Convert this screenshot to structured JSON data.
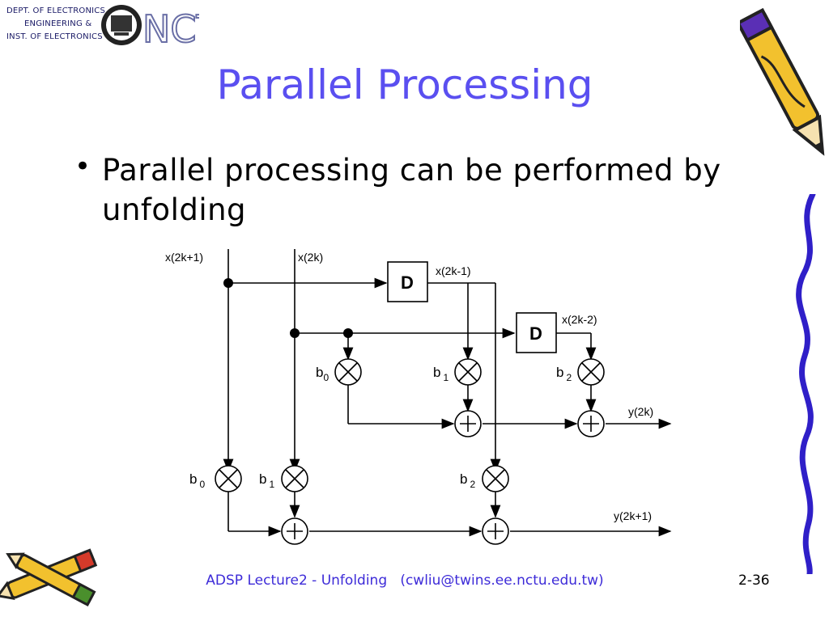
{
  "logo": {
    "lines": [
      "DEPT. OF ELECTRONICS",
      "ENGINEERING &",
      "INST. OF ELECTRONICS"
    ],
    "wordmark": "NCTU"
  },
  "slide": {
    "title": "Parallel Processing",
    "bullet": "Parallel processing can be performed by unfolding"
  },
  "diagram": {
    "inputs": {
      "x_odd": "x(2k+1)",
      "x_even": "x(2k)"
    },
    "delays": {
      "d1": "D",
      "d2": "D"
    },
    "delayed": {
      "x1": "x(2k-1)",
      "x2": "x(2k-2)"
    },
    "coeffs": {
      "b0": "b",
      "b0_sub": "0",
      "b1": "b",
      "b1_sub": "1",
      "b2": "b",
      "b2_sub": "2"
    },
    "outputs": {
      "y_even": "y(2k)",
      "y_odd": "y(2k+1)"
    }
  },
  "footer": {
    "text": "ADSP Lecture2 - Unfolding   (cwliu@twins.ee.nctu.edu.tw)",
    "page": "2-36"
  },
  "colors": {
    "title": "#5a4ff0",
    "footer": "#3d2bd8",
    "deco_blue": "#2f1fc8"
  }
}
